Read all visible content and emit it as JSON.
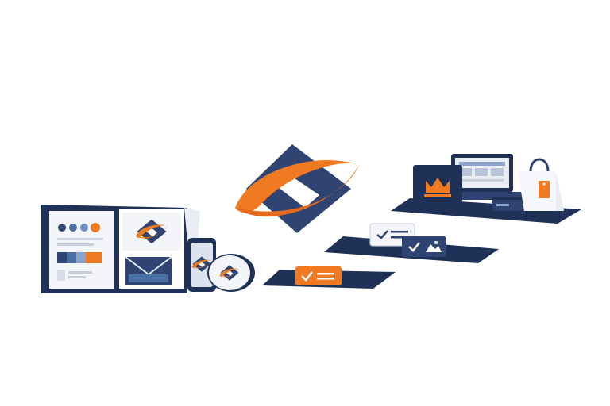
{
  "scene": {
    "colors": {
      "navy": "#2f4473",
      "navy_dark": "#1f3157",
      "navy_floor": "#3a4f7e",
      "orange": "#f07a22",
      "orange_dark": "#d9611a",
      "light": "#e9ecf2",
      "white": "#ffffff"
    },
    "groups": [
      {
        "name": "brand-kit-folder",
        "icons": [
          "color-swatch-icon",
          "logo-card-icon",
          "envelope-icon",
          "smartphone-icon",
          "cd-disc-icon"
        ]
      },
      {
        "name": "central-logo",
        "icons": [
          "brand-logo-icon"
        ]
      },
      {
        "name": "platform-1",
        "icons": [
          "orange-check-card-icon"
        ]
      },
      {
        "name": "platform-2",
        "icons": [
          "checklist-card-icon",
          "image-card-icon"
        ]
      },
      {
        "name": "platform-3",
        "icons": [
          "crown-card-icon",
          "laptop-icon",
          "credit-card-icon",
          "shopping-bag-icon"
        ]
      }
    ]
  }
}
